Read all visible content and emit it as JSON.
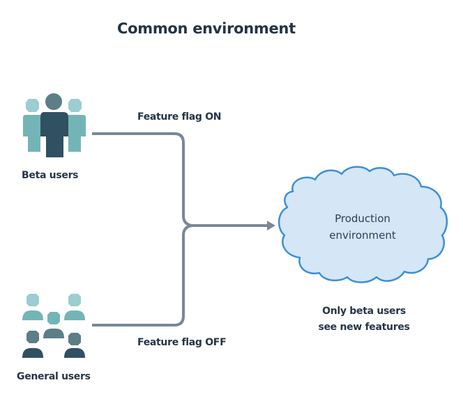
{
  "title": "Common environment",
  "groups": {
    "beta": {
      "label": "Beta users",
      "icon": "user-group-icon"
    },
    "general": {
      "label": "General users",
      "icon": "users-grid-icon"
    }
  },
  "flags": {
    "on": "Feature flag ON",
    "off": "Feature flag OFF"
  },
  "target": {
    "line1": "Production",
    "line2": "environment",
    "shape": "cloud-icon"
  },
  "note": {
    "line1": "Only beta users",
    "line2": "see new features"
  },
  "colors": {
    "connector": "#7a8896",
    "cloud_fill": "#d5e6f6",
    "cloud_stroke": "#3a8fd8",
    "icon_light": "#9ccdd2",
    "icon_teal": "#73b5b6",
    "icon_slate": "#5b7e87",
    "icon_dark": "#2f5162",
    "text": "#263545"
  }
}
